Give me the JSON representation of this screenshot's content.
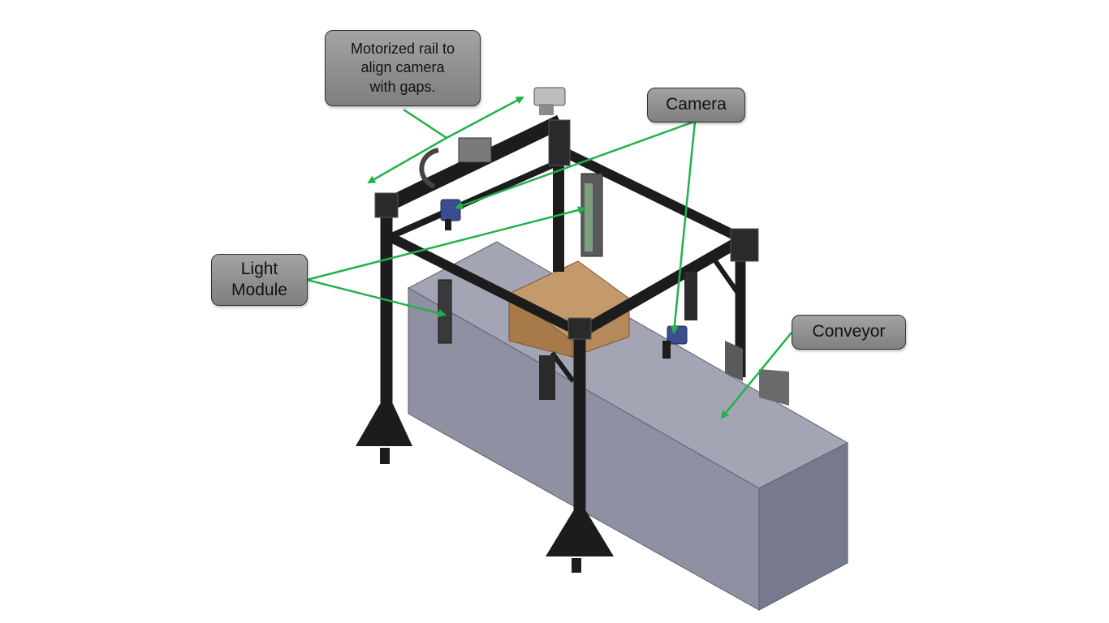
{
  "labels": {
    "rail": [
      "Motorized rail to",
      "align camera",
      "with gaps."
    ],
    "camera": "Camera",
    "light": [
      "Light",
      "Module"
    ],
    "conveyor": "Conveyor"
  },
  "colors": {
    "arrow": "#22b14c",
    "callout_fill": "#8c8c8c",
    "callout_border": "#2f2f2f",
    "frame": "#1c1c1c",
    "conveyor_top": "#a3a5b5",
    "conveyor_front": "#8f91a3",
    "conveyor_side": "#777a8c",
    "box_top": "#c49a6c",
    "box_front": "#a87a4a"
  }
}
